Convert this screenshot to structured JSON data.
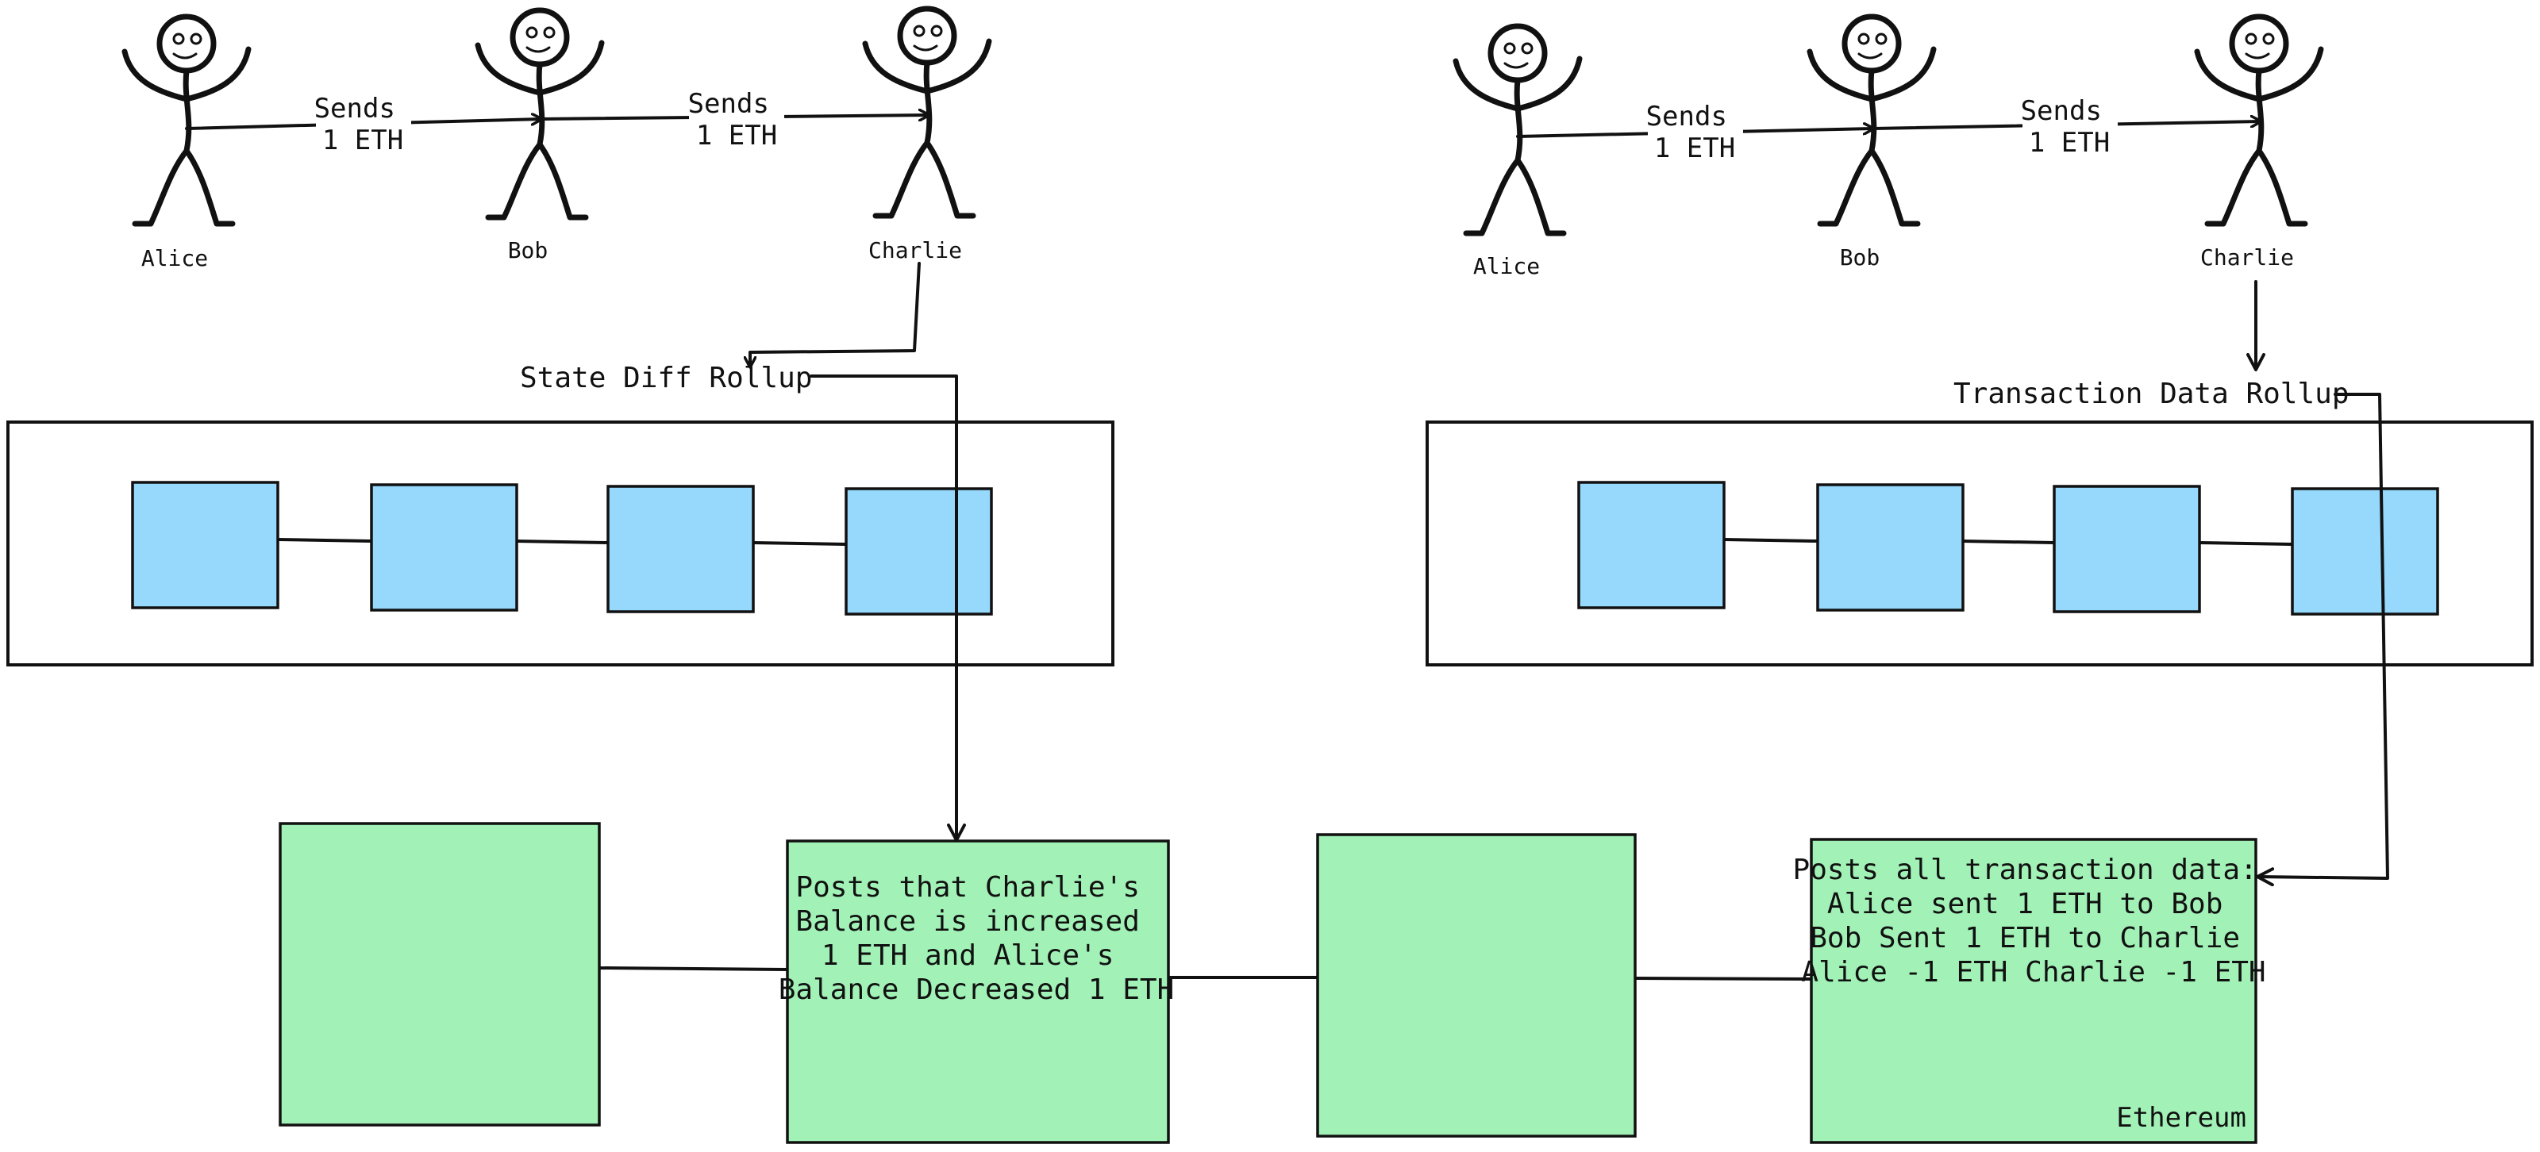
{
  "left_panel": {
    "people": [
      "Alice",
      "Bob",
      "Charlie"
    ],
    "transfer_1": [
      "Sends",
      "1 ETH"
    ],
    "transfer_2": [
      "Sends",
      "1 ETH"
    ],
    "rollup_label": "State Diff Rollup"
  },
  "right_panel": {
    "people": [
      "Alice",
      "Bob",
      "Charlie"
    ],
    "transfer_1": [
      "Sends",
      "1 ETH"
    ],
    "transfer_2": [
      "Sends",
      "1 ETH"
    ],
    "rollup_label": "Transaction Data Rollup"
  },
  "ethereum": {
    "state_diff_post": [
      "Posts that Charlie's",
      "Balance is increased",
      "1 ETH and Alice's",
      "Balance Decreased 1 ETH"
    ],
    "tx_data_post": [
      "Posts all transaction data:",
      "Alice sent 1 ETH to Bob",
      "Bob Sent 1 ETH to Charlie",
      "Alice -1 ETH Charlie -1 ETH"
    ],
    "chain_label": "Ethereum"
  },
  "colors": {
    "rollup_block": "#97d9fd",
    "ethereum_block": "#a2f2b7",
    "stroke": "#111111"
  }
}
